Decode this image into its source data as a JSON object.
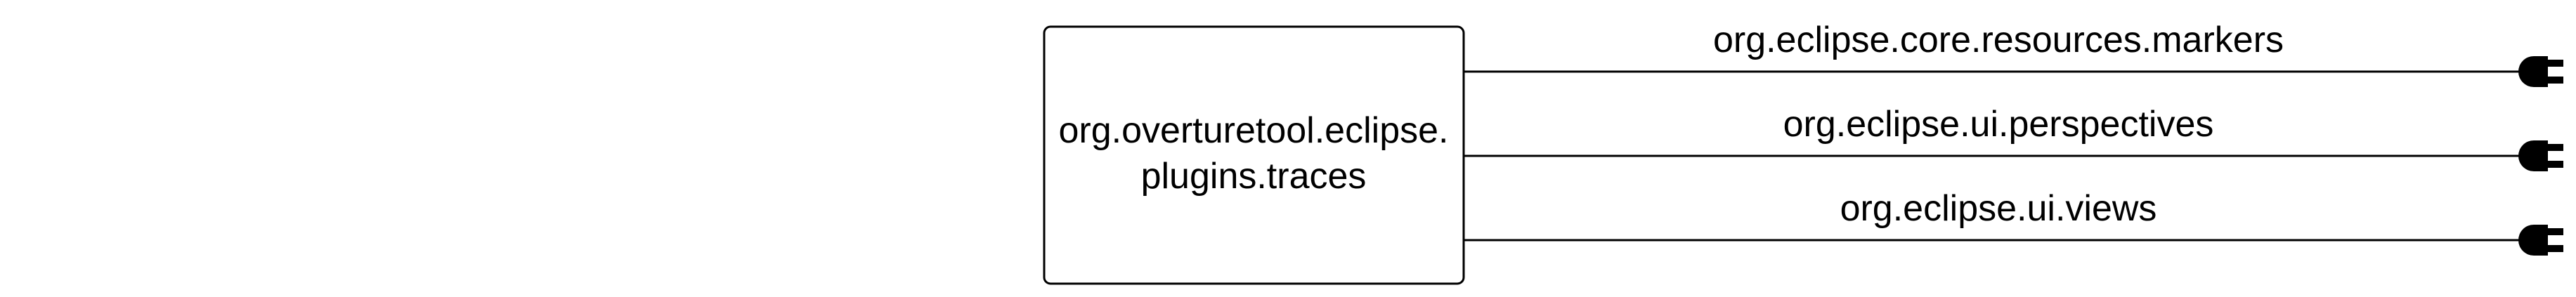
{
  "plugin": {
    "name_line1": "org.overturetool.eclipse.",
    "name_line2": "plugins.traces"
  },
  "extension_points": [
    {
      "label": "org.eclipse.core.resources.markers",
      "connector_icon": "plug-icon"
    },
    {
      "label": "org.eclipse.ui.perspectives",
      "connector_icon": "plug-icon"
    },
    {
      "label": "org.eclipse.ui.views",
      "connector_icon": "plug-icon"
    }
  ],
  "colors": {
    "stroke": "#000000",
    "background": "#ffffff"
  }
}
